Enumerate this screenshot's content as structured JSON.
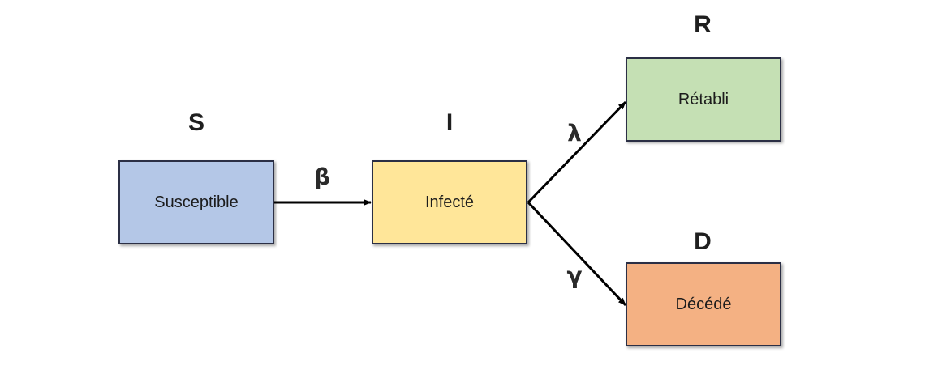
{
  "compartments": {
    "s": {
      "letter": "S",
      "label": "Susceptible",
      "color": "#b4c7e7"
    },
    "i": {
      "letter": "I",
      "label": "Infecté",
      "color": "#ffe699"
    },
    "r": {
      "letter": "R",
      "label": "Rétabli",
      "color": "#c5e0b4"
    },
    "d": {
      "letter": "D",
      "label": "Décédé",
      "color": "#f4b183"
    }
  },
  "transitions": {
    "s_to_i": {
      "symbol": "β"
    },
    "i_to_r": {
      "symbol": "λ"
    },
    "i_to_d": {
      "symbol": "γ"
    }
  },
  "colors": {
    "border": "#2b2f45",
    "arrow": "#000000"
  }
}
